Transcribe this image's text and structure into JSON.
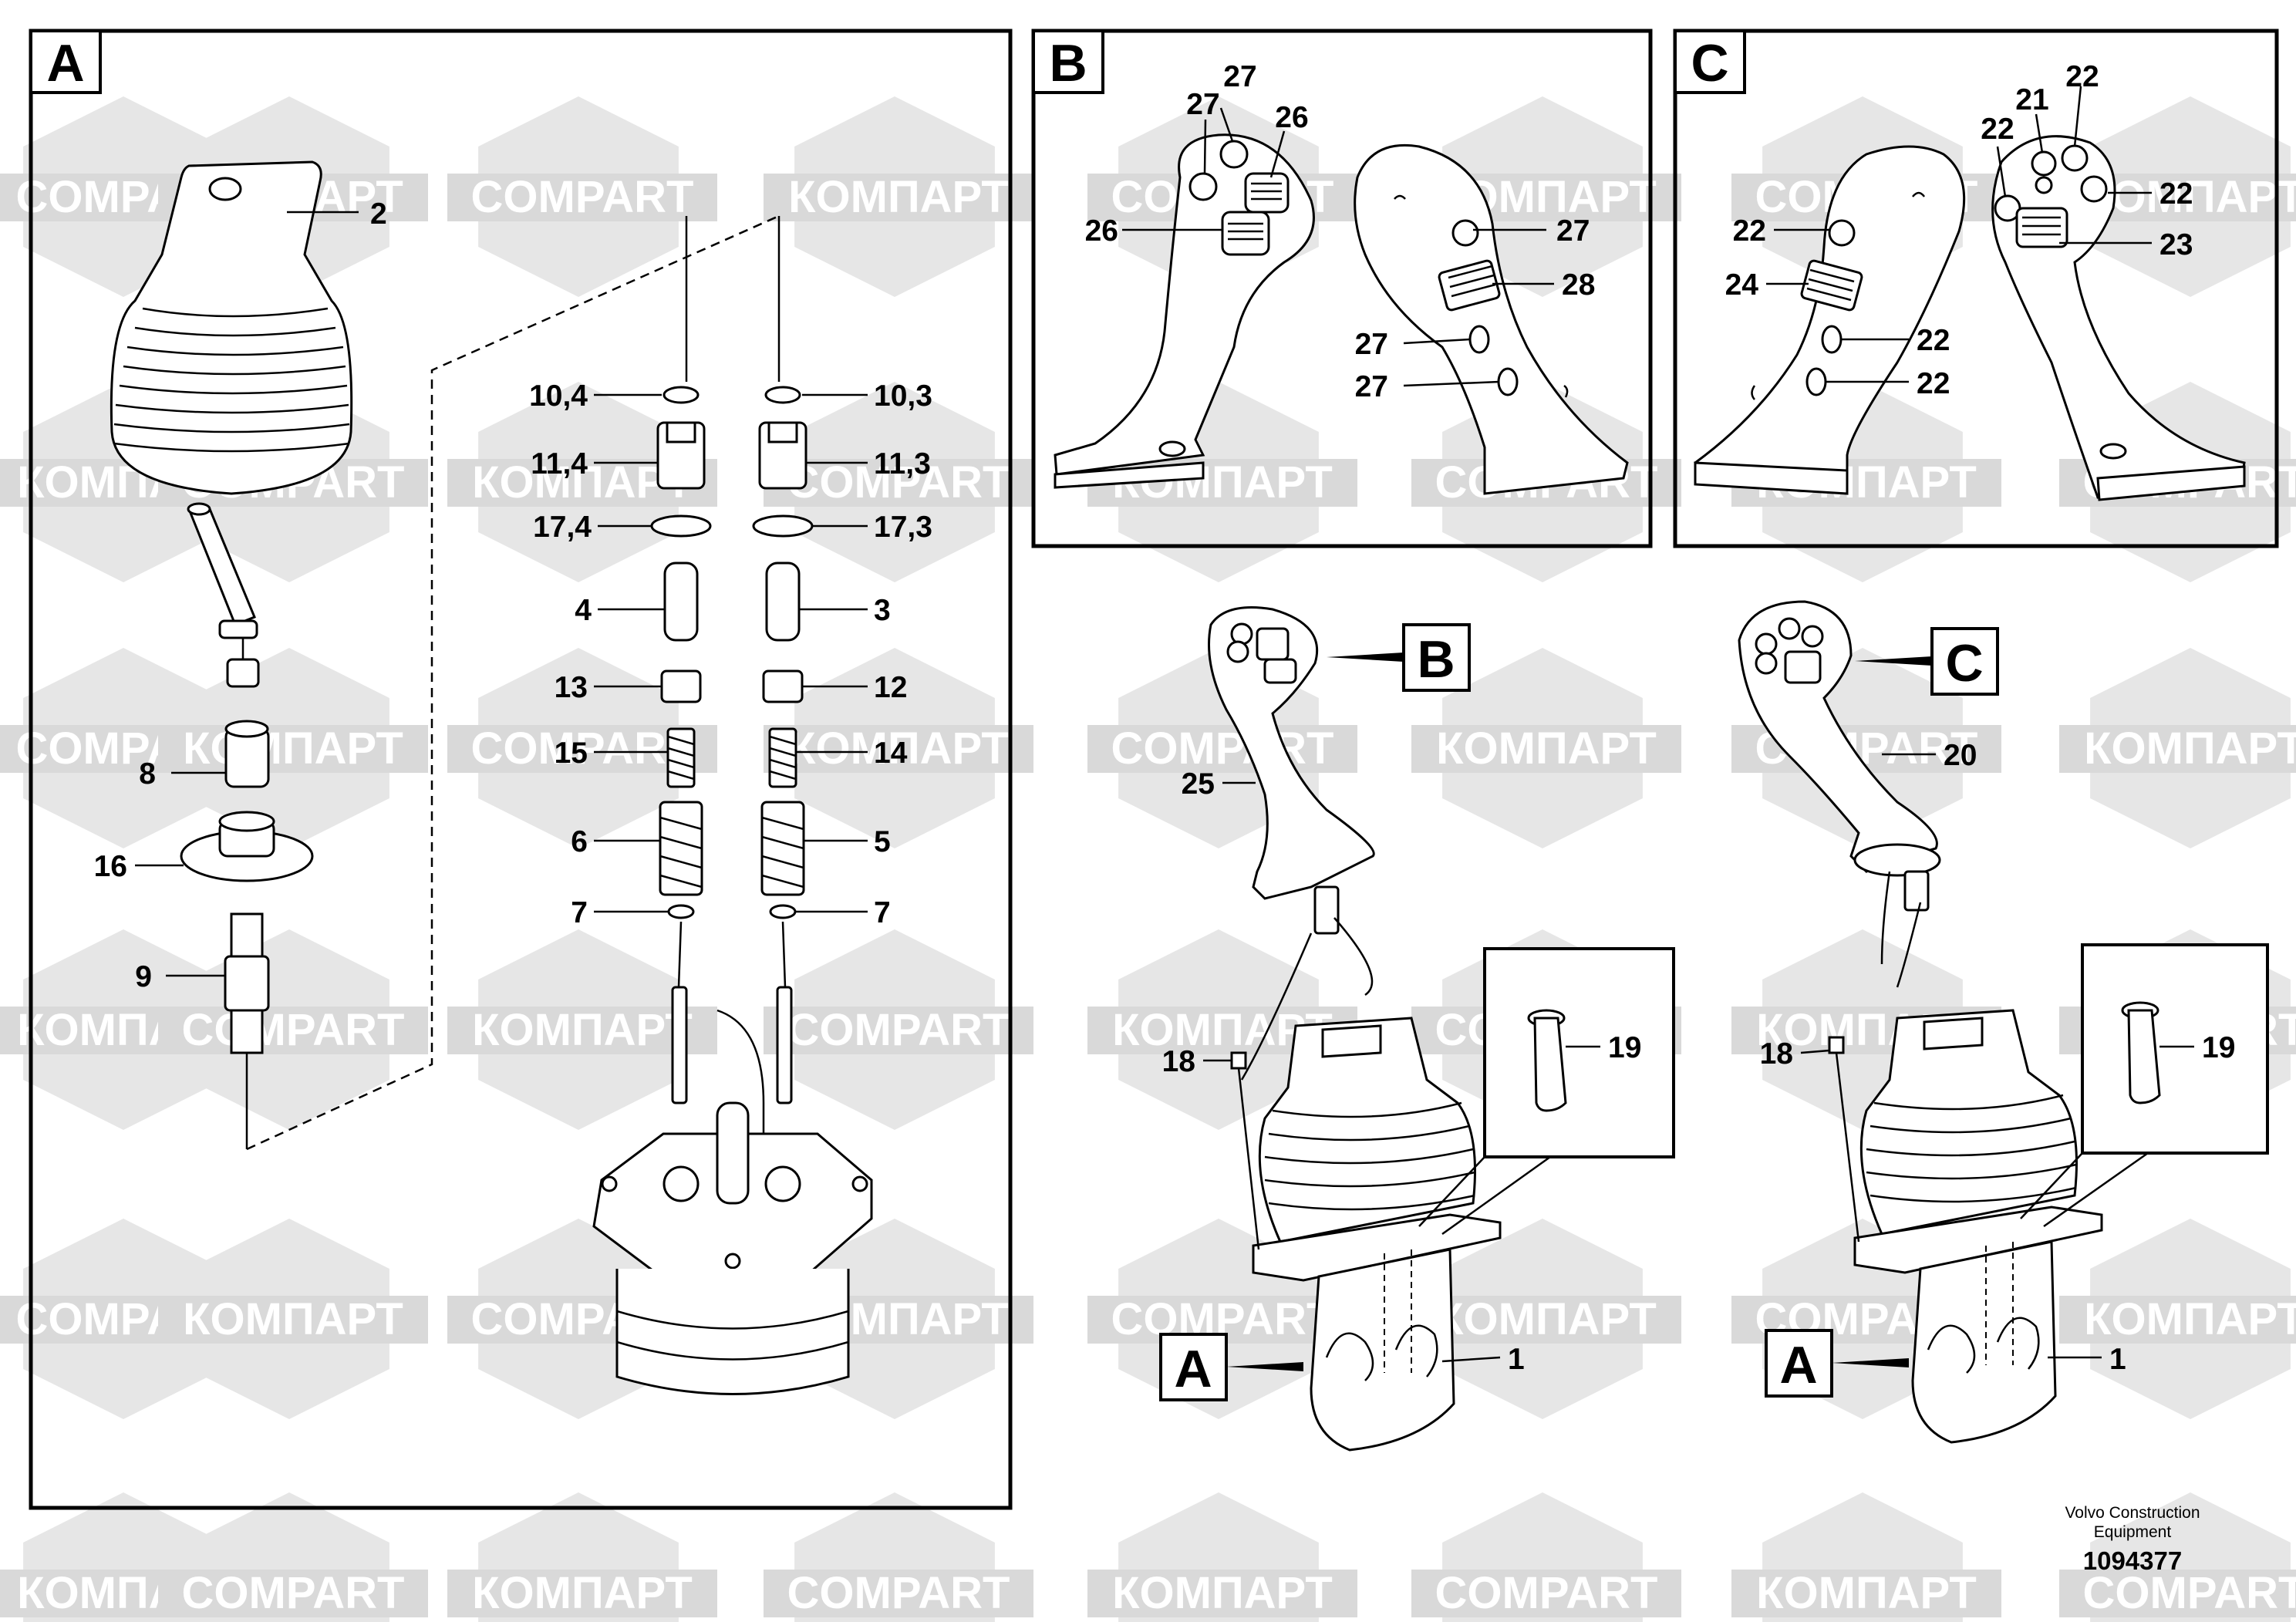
{
  "watermark": {
    "latin": "COMPART",
    "cyrillic": "КОМПАРТ"
  },
  "panels": [
    {
      "id": "A",
      "label": "A"
    },
    {
      "id": "B",
      "label": "B"
    },
    {
      "id": "C",
      "label": "C"
    }
  ],
  "callouts": {
    "B": "B",
    "C": "C",
    "A_left": "A",
    "A_right": "A"
  },
  "parts": {
    "p2": "2",
    "p10_4": "10,4",
    "p10_3": "10,3",
    "p11_4": "11,4",
    "p11_3": "11,3",
    "p17_4": "17,4",
    "p17_3": "17,3",
    "p4": "4",
    "p3": "3",
    "p13": "13",
    "p12": "12",
    "p15": "15",
    "p14": "14",
    "p6": "6",
    "p5": "5",
    "p7a": "7",
    "p7b": "7",
    "p8": "8",
    "p16": "16",
    "p9": "9",
    "b27a": "27",
    "b27b": "27",
    "b26a": "26",
    "b26b": "26",
    "b27c": "27",
    "b28": "28",
    "b27d": "27",
    "b27e": "27",
    "c22a": "22",
    "c21": "21",
    "c22b": "22",
    "c22c": "22",
    "c22d": "22",
    "c23": "23",
    "c24": "24",
    "c22e": "22",
    "c22f": "22",
    "p25": "25",
    "p20": "20",
    "p18a": "18",
    "p19a": "19",
    "p1a": "1",
    "p18b": "18",
    "p19b": "19",
    "p1b": "1"
  },
  "footer": {
    "company_line1": "Volvo Construction",
    "company_line2": "Equipment",
    "drawing_number": "1094377"
  }
}
